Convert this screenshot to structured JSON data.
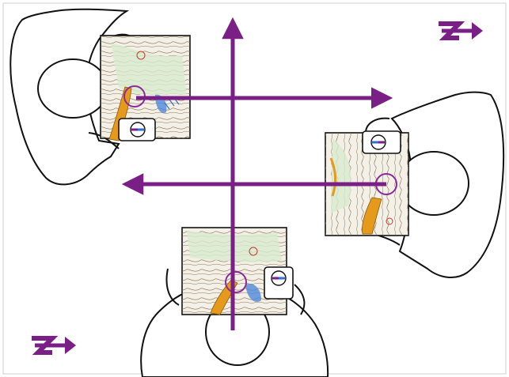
{
  "colors": {
    "arrow": "#7a1f86",
    "outline": "#111111",
    "map_paper": "#f3f1e7",
    "contour": "#8a6a4a",
    "vegetation": "#5aa85a",
    "water": "#2e6fcf",
    "trail_fill": "#e59a1c",
    "compass_ring": "#8a2a9a"
  },
  "icons": {
    "north_symbol": "north-arrow-icon",
    "person": "orienteer-topdown-icon",
    "map": "orienteering-map-icon",
    "compass": "compass-icon"
  },
  "panels": [
    {
      "id": "top-left",
      "facing": "right"
    },
    {
      "id": "right",
      "facing": "left"
    },
    {
      "id": "bottom",
      "facing": "up"
    }
  ]
}
